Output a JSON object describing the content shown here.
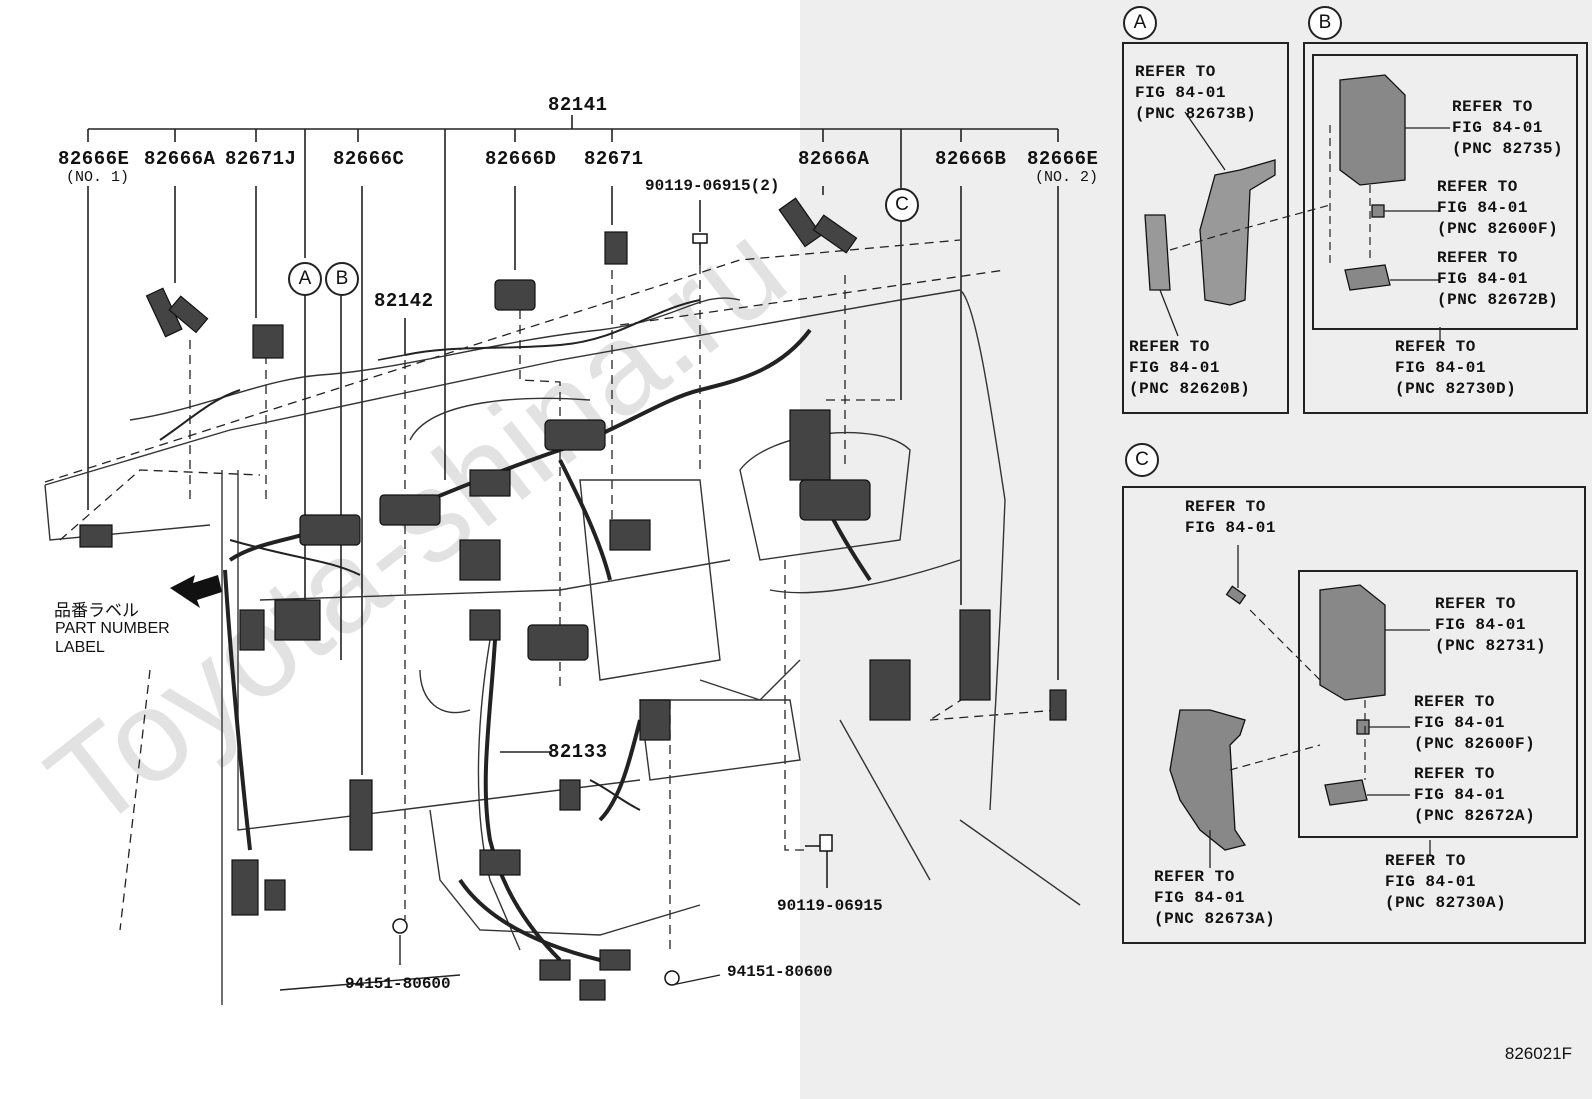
{
  "watermark": "Toyota-shina.ru",
  "figure_code": "826021F",
  "main": {
    "top_part": "82141",
    "callouts": [
      {
        "id": "c1",
        "text": "82666E"
      },
      {
        "id": "c2",
        "text": "82666A"
      },
      {
        "id": "c3",
        "text": "82671J"
      },
      {
        "id": "c4",
        "text": "82666C"
      },
      {
        "id": "c5",
        "text": "82666D"
      },
      {
        "id": "c6",
        "text": "82671"
      },
      {
        "id": "c7",
        "text": "82666A"
      },
      {
        "id": "c8",
        "text": "82666B"
      },
      {
        "id": "c9",
        "text": "82666E"
      }
    ],
    "no1": "(NO. 1)",
    "no2": "(NO. 2)",
    "bolt_top": "90119-06915(2)",
    "bolt_bottom": "90119-06915",
    "part_82142": "82142",
    "part_82133": "82133",
    "clip_left": "94151-80600",
    "clip_right": "94151-80600",
    "circle_a": "A",
    "circle_b": "B",
    "circle_c": "C",
    "label_jp": "品番ラベル",
    "label_en_1": "PART NUMBER",
    "label_en_2": "LABEL"
  },
  "detail_a": {
    "marker": "A",
    "ref_top": "REFER TO\nFIG 84-01\n(PNC 82673B)",
    "ref_bottom": "REFER TO\nFIG 84-01\n(PNC 82620B)"
  },
  "detail_b": {
    "marker": "B",
    "ref_1": "REFER TO\nFIG 84-01\n(PNC 82735)",
    "ref_2": "REFER TO\nFIG 84-01\n(PNC 82600F)",
    "ref_3": "REFER TO\nFIG 84-01\n(PNC 82672B)",
    "ref_4": "REFER TO\nFIG 84-01\n(PNC 82730D)"
  },
  "detail_c": {
    "marker": "C",
    "ref_bolt": "REFER TO\nFIG 84-01",
    "ref_1": "REFER TO\nFIG 84-01\n(PNC 82731)",
    "ref_2": "REFER TO\nFIG 84-01\n(PNC 82600F)",
    "ref_3": "REFER TO\nFIG 84-01\n(PNC 82672A)",
    "ref_4": "REFER TO\nFIG 84-01\n(PNC 82730A)",
    "ref_5": "REFER TO\nFIG 84-01\n(PNC 82673A)"
  }
}
